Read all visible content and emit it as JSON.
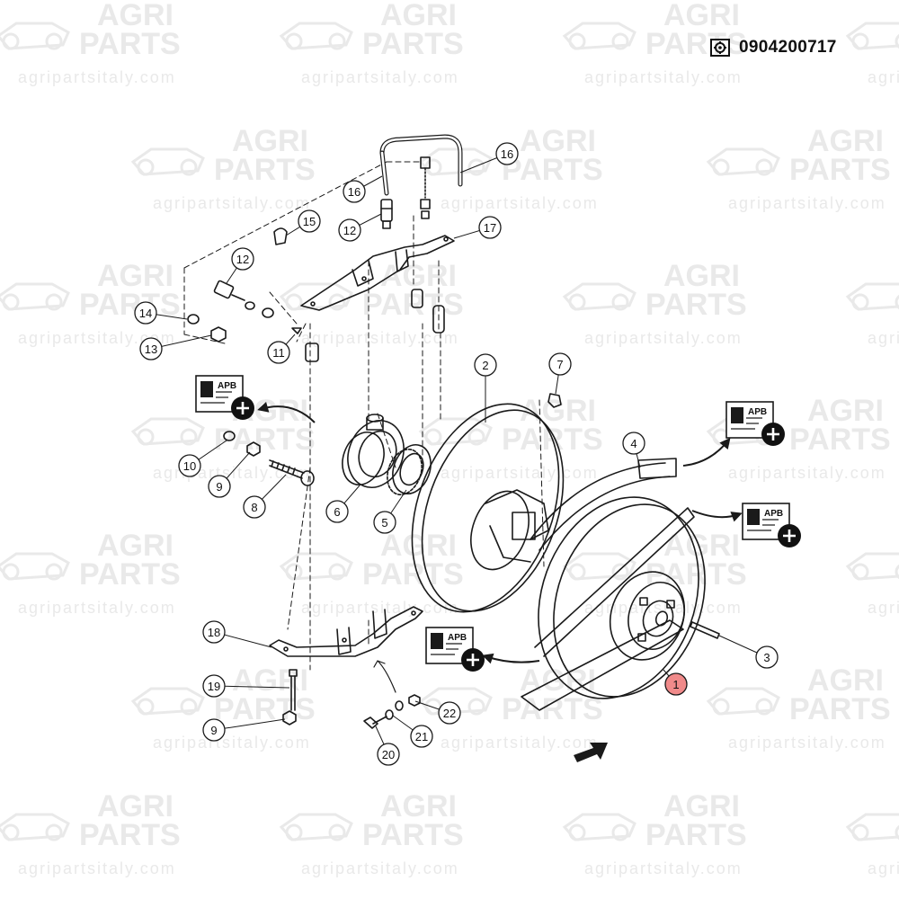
{
  "watermark": {
    "line1": "AGRI",
    "line2": "PARTS",
    "url": "agripartsitaly.com"
  },
  "part_code": "0904200717",
  "apb_label": "APB",
  "colors": {
    "line": "#1a1a1a",
    "watermark": "#e9e9e9",
    "highlight_callout": "#f08a8a"
  },
  "icons": {
    "code_icon": "gear-box-icon",
    "apb_icon": "apb-add-icon",
    "direction_arrow": "arrow-icon"
  },
  "callouts": [
    {
      "number": "1",
      "highlight": true
    },
    {
      "number": "2"
    },
    {
      "number": "3"
    },
    {
      "number": "4"
    },
    {
      "number": "5"
    },
    {
      "number": "6"
    },
    {
      "number": "7"
    },
    {
      "number": "8"
    },
    {
      "number": "9"
    },
    {
      "number": "9"
    },
    {
      "number": "10"
    },
    {
      "number": "11"
    },
    {
      "number": "12"
    },
    {
      "number": "12"
    },
    {
      "number": "13"
    },
    {
      "number": "14"
    },
    {
      "number": "15"
    },
    {
      "number": "16"
    },
    {
      "number": "16"
    },
    {
      "number": "17"
    },
    {
      "number": "18"
    },
    {
      "number": "19"
    },
    {
      "number": "20"
    },
    {
      "number": "21"
    },
    {
      "number": "22"
    }
  ]
}
